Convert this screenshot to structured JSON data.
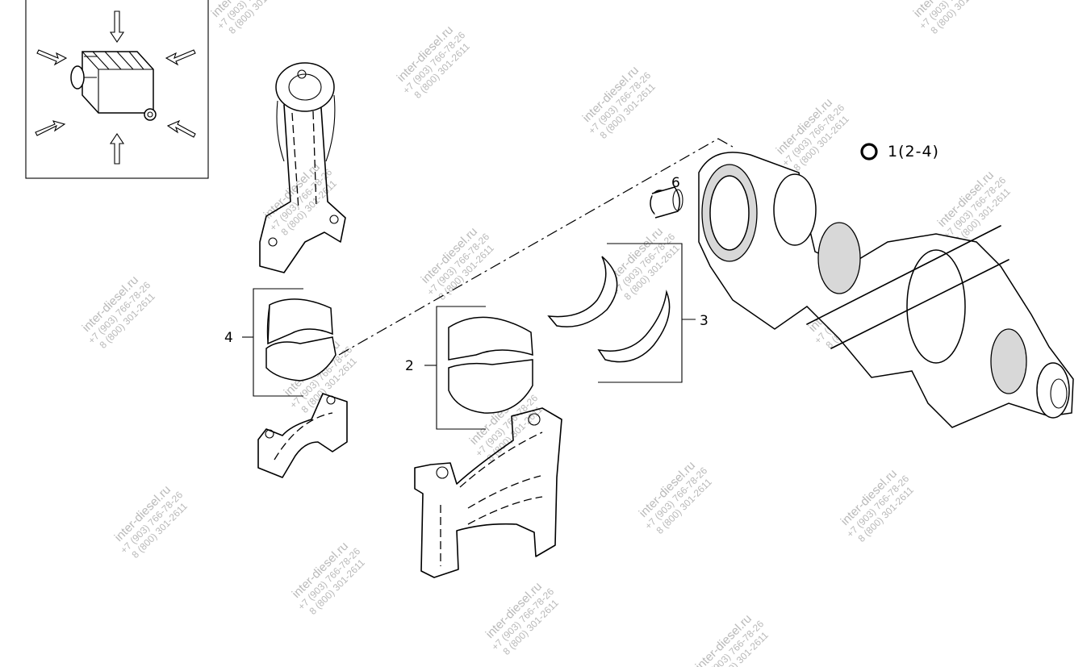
{
  "callouts": {
    "kit": "1(2-4)",
    "main_bearing": "2",
    "thrust_washer": "3",
    "conrod_bearing": "4",
    "bushing": "6"
  },
  "watermark": {
    "site": "inter-diesel.ru",
    "phone1": "+7 (903) 766-78-26",
    "phone2": "8 (800) 301-2611"
  },
  "colors": {
    "line": "#000000",
    "watermark": "#b9b9b9",
    "background": "#ffffff"
  }
}
